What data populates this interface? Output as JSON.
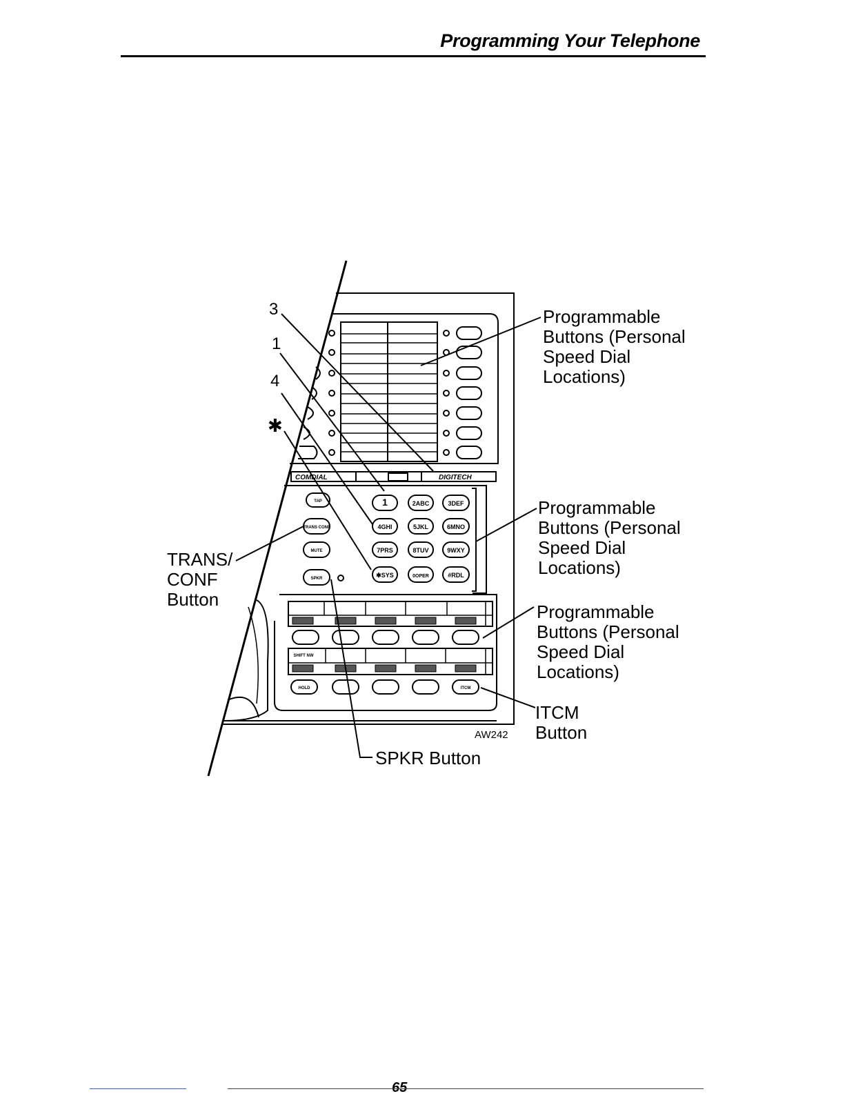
{
  "header": {
    "title": "Programming Your Telephone"
  },
  "figure": {
    "figure_code": "AW242",
    "brand_left": "COMDIAL",
    "brand_right": "DIGITECH",
    "pointer_labels": {
      "three": "3",
      "one": "1",
      "four": "4",
      "star": "✱"
    },
    "keypad": {
      "keys": [
        {
          "label": "1"
        },
        {
          "label": "2ABC"
        },
        {
          "label": "3DEF"
        },
        {
          "label": "4GHI"
        },
        {
          "label": "5JKL"
        },
        {
          "label": "6MNO"
        },
        {
          "label": "7PRS"
        },
        {
          "label": "8TUV"
        },
        {
          "label": "9WXY"
        },
        {
          "label": "✱SYS"
        },
        {
          "label": "0OPER"
        },
        {
          "label": "#RDL"
        }
      ]
    },
    "function_keys": {
      "tap": "TAP",
      "trans_conf": "TRANS CONF",
      "mute": "MUTE",
      "spkr": "SPKR",
      "hold": "HOLD",
      "itcm": "ITCM",
      "shift": "SHIFT NW"
    },
    "callouts": {
      "prog_top": "Programmable\nButtons (Personal\nSpeed Dial\nLocations)",
      "prog_mid": "Programmable\nButtons (Personal\nSpeed Dial\nLocations)",
      "prog_bottom": "Programmable\nButtons (Personal\nSpeed Dial\nLocations)",
      "itcm": "ITCM\nButton",
      "trans_conf": "TRANS/\nCONF\nButton",
      "spkr": "SPKR Button"
    }
  },
  "footer": {
    "page_number": "65"
  }
}
